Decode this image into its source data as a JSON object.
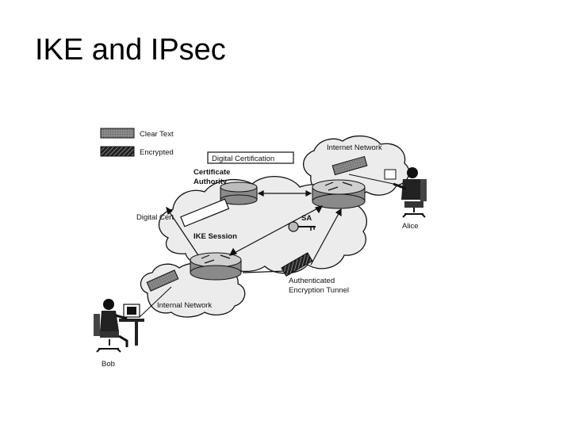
{
  "slide": {
    "title": "IKE and IPsec"
  },
  "legend": {
    "clear_text": "Clear Text",
    "encrypted": "Encrypted"
  },
  "labels": {
    "digital_certification": "Digital Certification",
    "certificate_authority_1": "Certificate",
    "certificate_authority_2": "Authority",
    "internet_network_top": "Internet Network",
    "digital_cert": "Digital Cert",
    "sa": "SA",
    "ike_session": "IKE Session",
    "authenticated_tunnel_1": "Authenticated",
    "authenticated_tunnel_2": "Encryption Tunnel",
    "internal_network_bottom": "Internal Network",
    "alice": "Alice",
    "bob": "Bob"
  },
  "colors": {
    "ink": "#111111",
    "cloud_fill": "#ececec",
    "clear_fill": "#9a9a9a",
    "device": "#8a8a8a"
  }
}
